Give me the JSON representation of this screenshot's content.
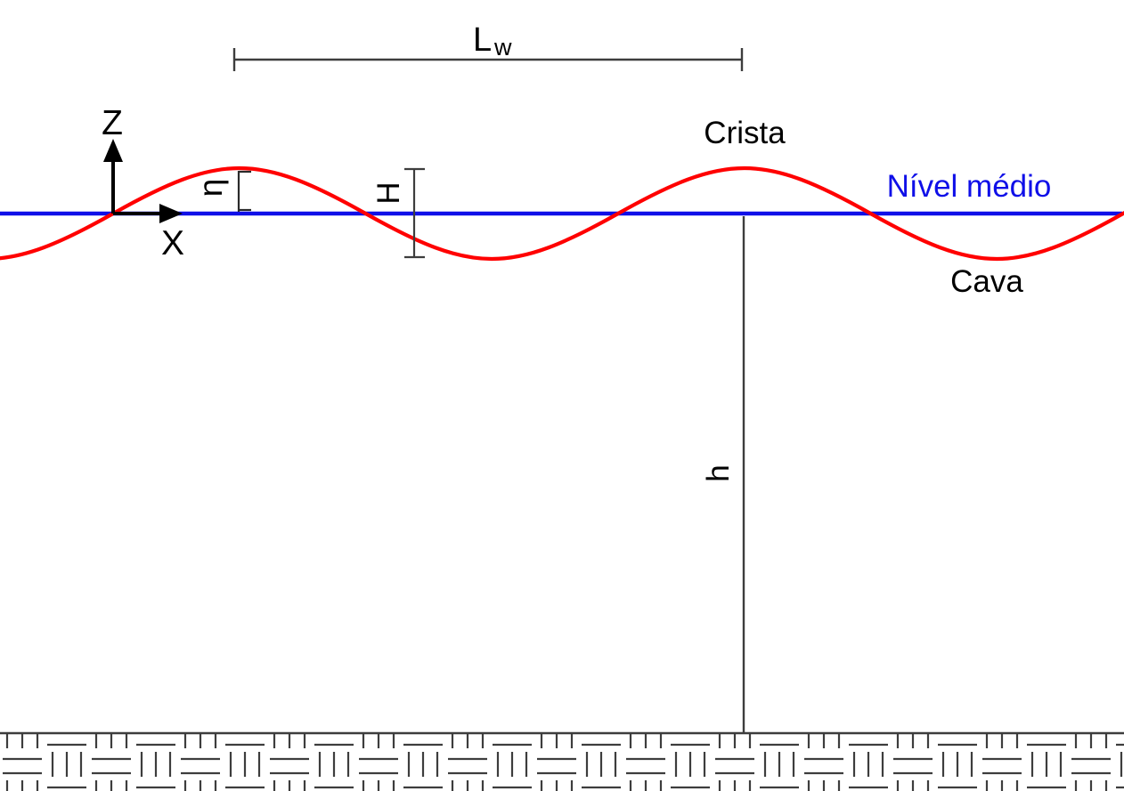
{
  "diagram": {
    "labels": {
      "wavelength_main": "L",
      "wavelength_sub": "w",
      "z_axis": "Z",
      "x_axis": "X",
      "surface_elevation": "η",
      "wave_height": "H",
      "water_depth": "h",
      "crest": "Crista",
      "trough": "Cava",
      "mean_level": "Nível médio"
    },
    "colors": {
      "wave_curve": "#ff0000",
      "mean_level_line": "#0f0fe8",
      "axes_and_text": "#000000",
      "dimension_lines": "#3d3d3d",
      "background": "#ffffff"
    }
  }
}
